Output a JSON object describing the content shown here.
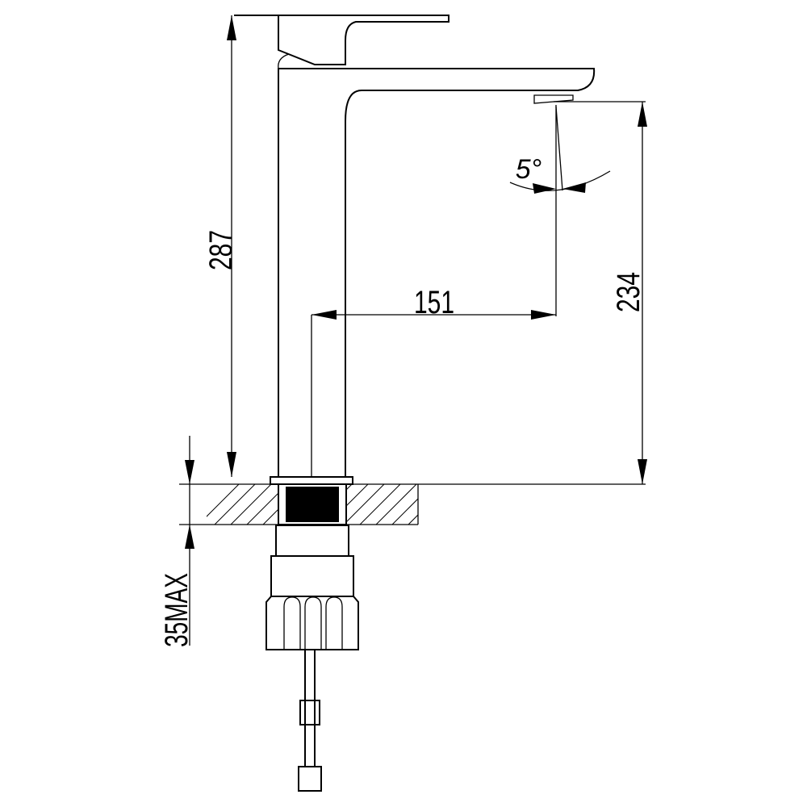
{
  "dimensions": {
    "total_height": "287",
    "spout_height": "234",
    "spout_reach": "151",
    "max_deck_thickness": "35MAX",
    "spout_angle": "5°"
  }
}
